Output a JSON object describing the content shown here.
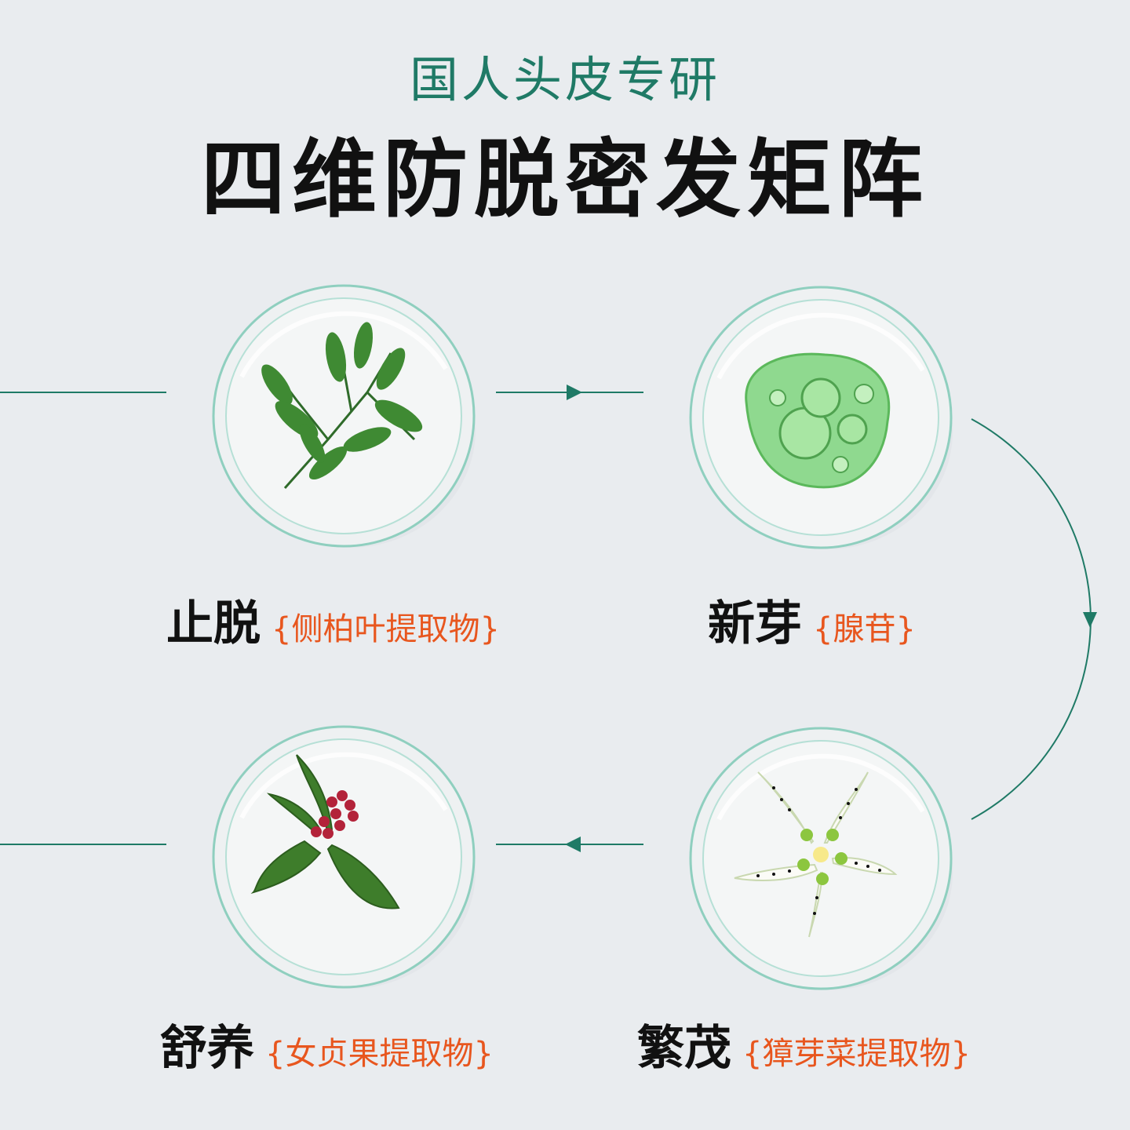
{
  "header": {
    "subtitle": "国人头皮专研",
    "title": "四维防脱密发矩阵"
  },
  "items": [
    {
      "name": "止脱",
      "ingredient": "{侧柏叶提取物}",
      "icon": "cypress-branch-icon"
    },
    {
      "name": "新芽",
      "ingredient": "{腺苷}",
      "icon": "gel-droplet-icon"
    },
    {
      "name": "繁茂",
      "ingredient": "{獐芽菜提取物}",
      "icon": "swertia-flower-icon"
    },
    {
      "name": "舒养",
      "ingredient": "{女贞果提取物}",
      "icon": "privet-berries-icon"
    }
  ],
  "colors": {
    "background": "#e9ecef",
    "accent": "#1f7a66",
    "ingredient": "#e8561e",
    "heading": "#111111"
  }
}
